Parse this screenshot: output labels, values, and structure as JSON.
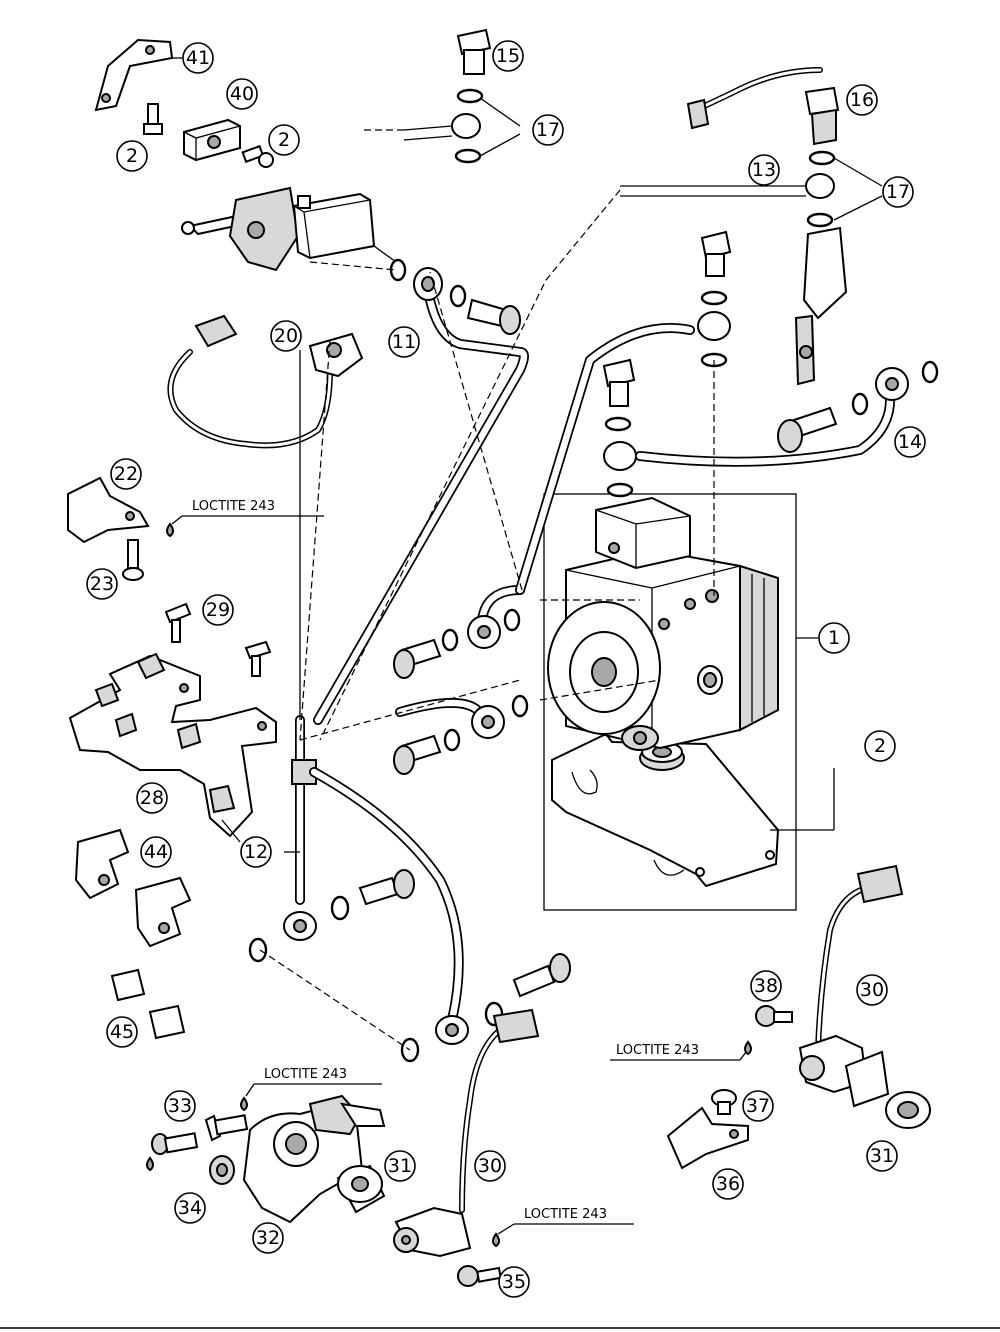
{
  "callouts": [
    {
      "id": "c1",
      "label": "1"
    },
    {
      "id": "c2a",
      "label": "2"
    },
    {
      "id": "c2b",
      "label": "2"
    },
    {
      "id": "c2c",
      "label": "2"
    },
    {
      "id": "c11",
      "label": "11"
    },
    {
      "id": "c12",
      "label": "12"
    },
    {
      "id": "c13",
      "label": "13"
    },
    {
      "id": "c14",
      "label": "14"
    },
    {
      "id": "c15",
      "label": "15"
    },
    {
      "id": "c16",
      "label": "16"
    },
    {
      "id": "c17a",
      "label": "17"
    },
    {
      "id": "c17b",
      "label": "17"
    },
    {
      "id": "c20",
      "label": "20"
    },
    {
      "id": "c22",
      "label": "22"
    },
    {
      "id": "c23",
      "label": "23"
    },
    {
      "id": "c28",
      "label": "28"
    },
    {
      "id": "c29",
      "label": "29"
    },
    {
      "id": "c30a",
      "label": "30"
    },
    {
      "id": "c30b",
      "label": "30"
    },
    {
      "id": "c31a",
      "label": "31"
    },
    {
      "id": "c31b",
      "label": "31"
    },
    {
      "id": "c32",
      "label": "32"
    },
    {
      "id": "c33",
      "label": "33"
    },
    {
      "id": "c34",
      "label": "34"
    },
    {
      "id": "c35",
      "label": "35"
    },
    {
      "id": "c36",
      "label": "36"
    },
    {
      "id": "c37",
      "label": "37"
    },
    {
      "id": "c38",
      "label": "38"
    },
    {
      "id": "c40",
      "label": "40"
    },
    {
      "id": "c41",
      "label": "41"
    },
    {
      "id": "c44",
      "label": "44"
    },
    {
      "id": "c45",
      "label": "45"
    }
  ],
  "notes": [
    {
      "id": "n1",
      "text": "LOCTITE 243"
    },
    {
      "id": "n2",
      "text": "LOCTITE 243"
    },
    {
      "id": "n3",
      "text": "LOCTITE 243"
    },
    {
      "id": "n4",
      "text": "LOCTITE 243"
    }
  ]
}
